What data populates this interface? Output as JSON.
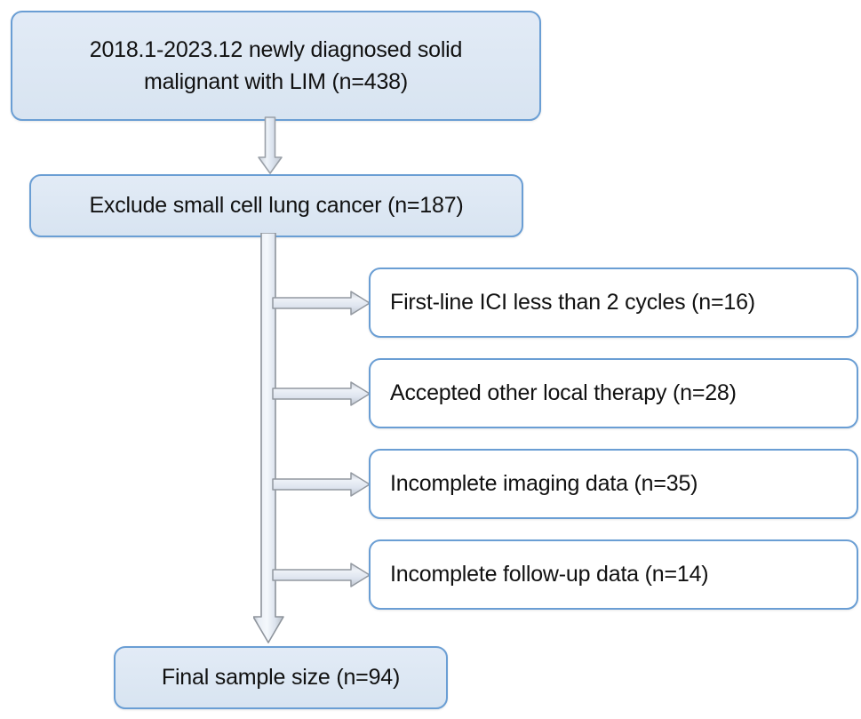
{
  "figure": {
    "type": "flowchart",
    "orientation": "top-to-bottom",
    "background_color": "#ffffff",
    "box_border_color": "#6a9ed4",
    "primary_box_fill": "#dde7f3",
    "exclusion_box_fill": "#ffffff",
    "arrow_fill": "#dfe6f0",
    "arrow_stroke": "#8a8a8a"
  },
  "nodes": {
    "cohort": {
      "label": "2018.1-2023.12 newly diagnosed solid malignant with LIM (n=438)",
      "line1": "2018.1-2023.12 newly diagnosed solid",
      "line2": "malignant with LIM (n=438)",
      "n": 438
    },
    "exclude_sclc": {
      "label": "Exclude small cell lung cancer (n=187)",
      "n": 187
    },
    "final": {
      "label": "Final sample size (n=94)",
      "n": 94
    }
  },
  "exclusions": [
    {
      "label": "First-line ICI less than 2 cycles (n=16)",
      "n": 16
    },
    {
      "label": "Accepted other local therapy (n=28)",
      "n": 28
    },
    {
      "label": "Incomplete imaging data (n=35)",
      "n": 35
    },
    {
      "label": "Incomplete follow-up data (n=14)",
      "n": 14
    }
  ],
  "connectors": {
    "cohort_to_exclude": "down-block-arrow",
    "trunk": "down-block-arrow",
    "branch": "right-block-arrow"
  }
}
